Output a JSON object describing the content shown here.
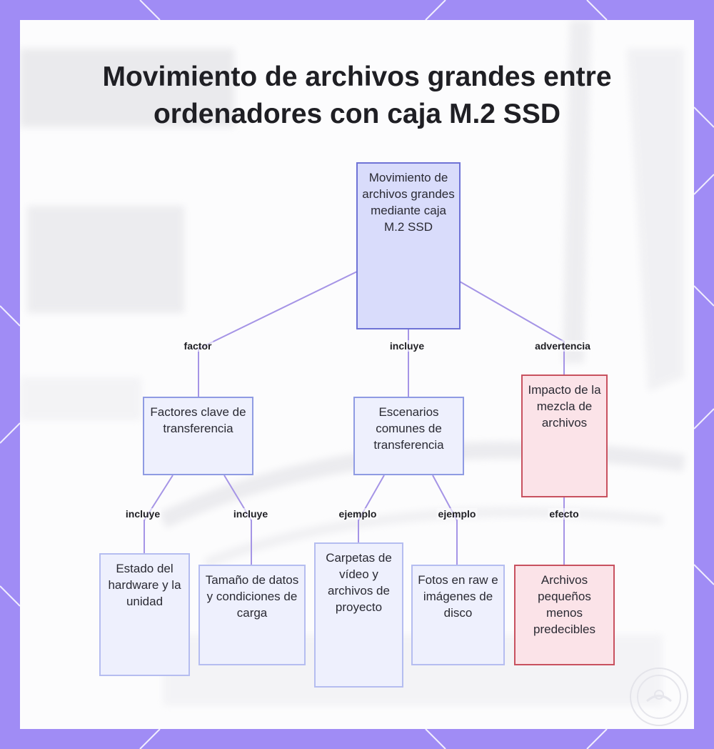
{
  "title": "Movimiento de archivos grandes entre ordenadores con caja M.2 SSD",
  "nodes": {
    "root": "Movimiento de archivos grandes mediante caja M.2 SSD",
    "factores": "Factores clave de transferencia",
    "escenarios": "Escenarios comunes de transferencia",
    "impacto": "Impacto de la mezcla de archivos",
    "estado": "Estado del hardware y la unidad",
    "tamano": "Tamaño de datos y condiciones de carga",
    "carpetas": "Carpetas de vídeo y archivos de proyecto",
    "fotos": "Fotos en raw e imágenes de disco",
    "pequenos": "Archivos pequeños menos predecibles"
  },
  "edges": {
    "root_factores": "factor",
    "root_escenarios": "incluye",
    "root_impacto": "advertencia",
    "factores_estado": "incluye",
    "factores_tamano": "incluye",
    "escenarios_carpetas": "ejemplo",
    "escenarios_fotos": "ejemplo",
    "impacto_pequenos": "efecto"
  },
  "colors": {
    "background": "#a08cf5",
    "root_fill": "#d9dcfb",
    "node_fill": "#eef0fd",
    "warning_fill": "#fbe3e8",
    "warning_border": "#c8515f",
    "edge": "#a594e6"
  }
}
